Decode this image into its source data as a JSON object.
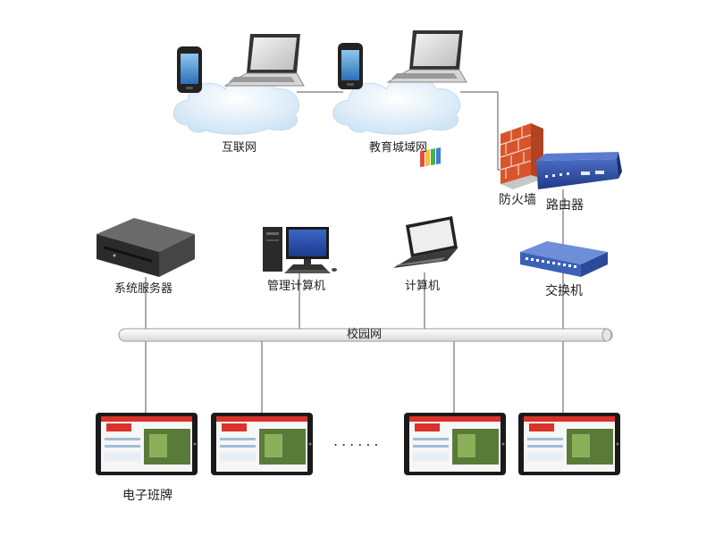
{
  "labels": {
    "internet": "互联网",
    "edu_network": "教育城域网",
    "firewall": "防火墙",
    "router": "路由器",
    "server": "系统服务器",
    "admin_pc": "管理计算机",
    "pc": "计算机",
    "switch": "交换机",
    "campus_network": "校园网",
    "class_boards": "电子班牌",
    "ellipsis": "......"
  },
  "colors": {
    "cloud": "#d4e9f7",
    "firewall": "#d9542b",
    "router": "#2c4c9c",
    "switch": "#3b62b8",
    "line": "#555555"
  },
  "icons": [
    "phone-icon",
    "laptop-icon",
    "cloud-icon",
    "firewall-icon",
    "router-icon",
    "server-icon",
    "desktop-computer-icon",
    "tablet-laptop-icon",
    "switch-icon",
    "display-board-icon"
  ]
}
